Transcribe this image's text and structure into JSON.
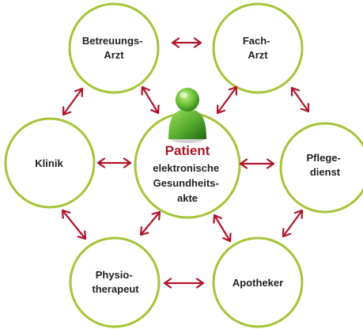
{
  "colors": {
    "circle_stroke": "#a6c438",
    "arrow": "#b0142a",
    "patient_title": "#b0142a",
    "text": "#222222",
    "person_icon_light": "#8fd14f",
    "person_icon_dark": "#2f7d1a"
  },
  "center": {
    "icon": "person-icon",
    "title": "Patient",
    "lines": [
      "elektronische",
      "Gesundheits-",
      "akte"
    ]
  },
  "nodes": {
    "betreuungsarzt": [
      "Betreuungs-",
      "Arzt"
    ],
    "facharzt": [
      "Fach-",
      "Arzt"
    ],
    "klinik": [
      "Klinik"
    ],
    "pflegedienst": [
      "Pflege-",
      "dienst"
    ],
    "physiotherapeut": [
      "Physio-",
      "therapeut"
    ],
    "apotheker": [
      "Apotheker"
    ]
  }
}
